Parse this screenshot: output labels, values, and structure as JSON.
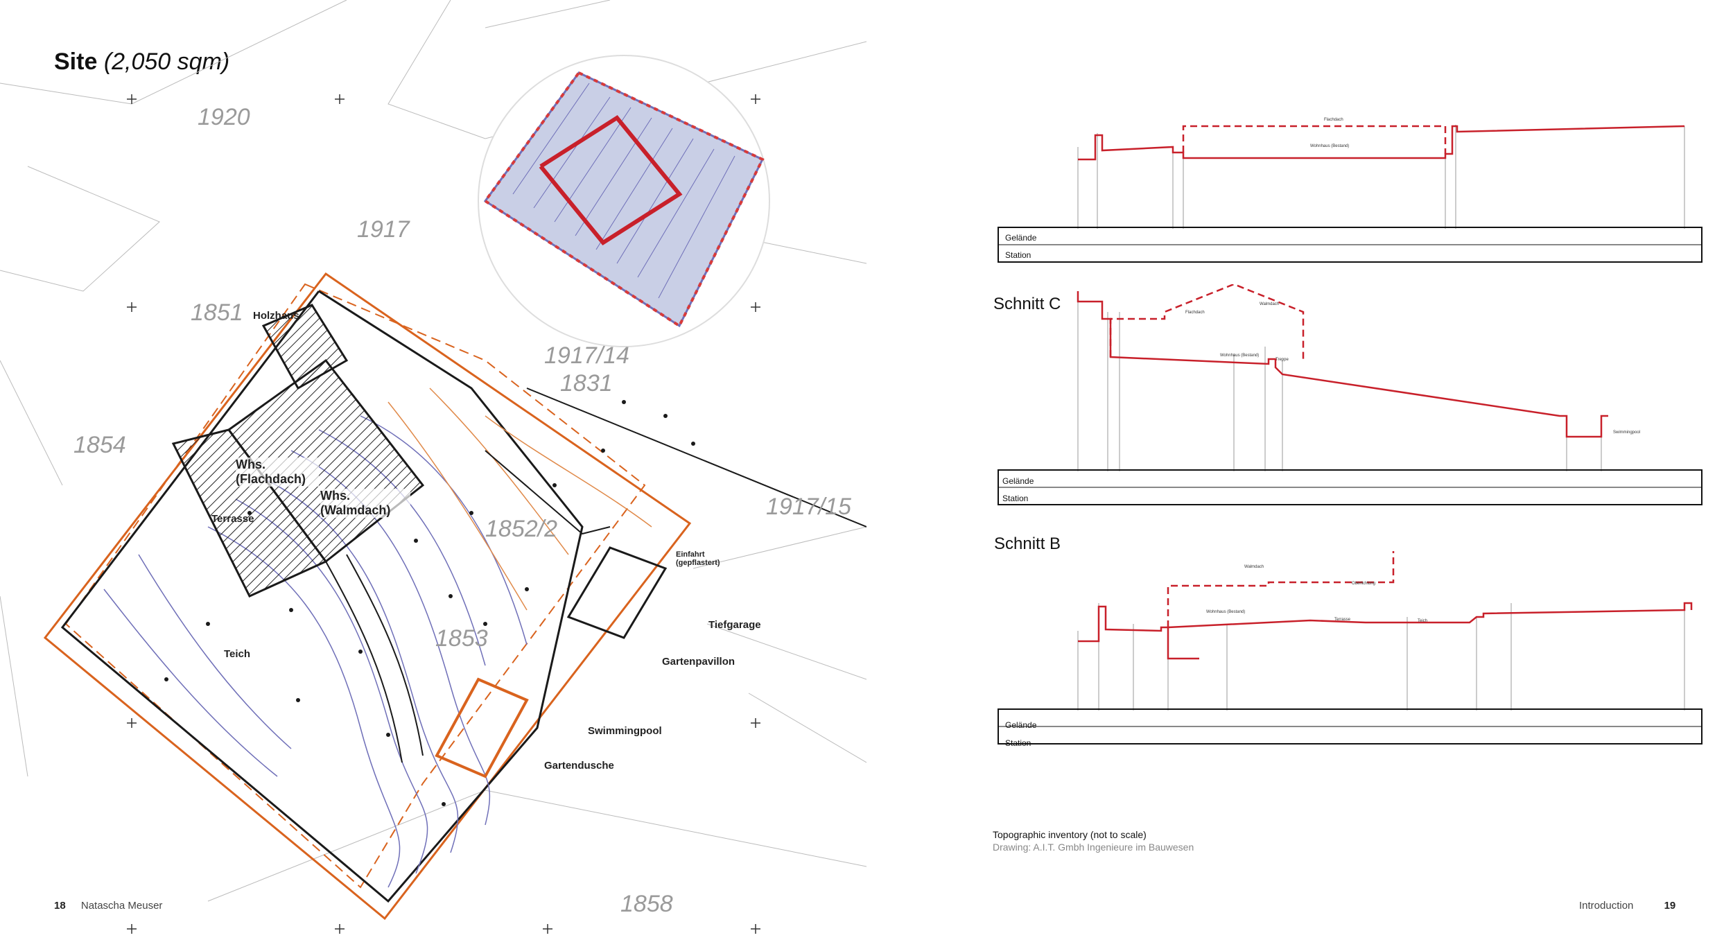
{
  "left_page": {
    "title_bold": "Site",
    "title_italic": "(2,050 sqm)",
    "folio_number": "18",
    "folio_author": "Natascha Meuser",
    "parcels": [
      "1920",
      "1917",
      "1851",
      "1917/14",
      "1831",
      "1854",
      "1917/15",
      "1852/2",
      "1853",
      "1858"
    ],
    "plan_labels": {
      "holzhaus": "Holzhaus",
      "whs_flachdach": "Whs. (Flachdach)",
      "whs_walmdach": "Whs. (Walmdach)",
      "terrasse": "Terrasse",
      "teich": "Teich",
      "tiefgarage": "Tiefgarage",
      "gartenpavillon": "Gartenpavillon",
      "swimmingpool": "Swimmingpool",
      "gartendusche": "Gartendusche",
      "einfahrt": "Einfahrt (gepflastert)"
    }
  },
  "right_page": {
    "folio_number": "19",
    "folio_section": "Introduction",
    "section_labels": {
      "c": "Schnitt C",
      "b": "Schnitt B"
    },
    "row_labels": {
      "gelaende": "Gelände",
      "station": "Station"
    },
    "caption_line1": "Topographic inventory (not to scale)",
    "caption_line2": "Drawing: A.I.T. Gmbh Ingenieure im Bauwesen",
    "tiny_labels": {
      "flachdach": "Flachdach",
      "wohnhaus": "Wohnhaus (Bestand)",
      "walmdach": "Walmdach",
      "treppe": "Treppe",
      "terrasse": "Terrasse",
      "teich": "Teich",
      "oberlichtung": "Oberlichtung",
      "schwimmingpool": "Swimmingpool"
    }
  },
  "colors": {
    "profile_red": "#c8202a",
    "plan_orange": "#d9631e",
    "plan_blue": "#6f6fb8",
    "plan_dark": "#1a1a1a",
    "parcel_grey": "#9a9a9a"
  }
}
